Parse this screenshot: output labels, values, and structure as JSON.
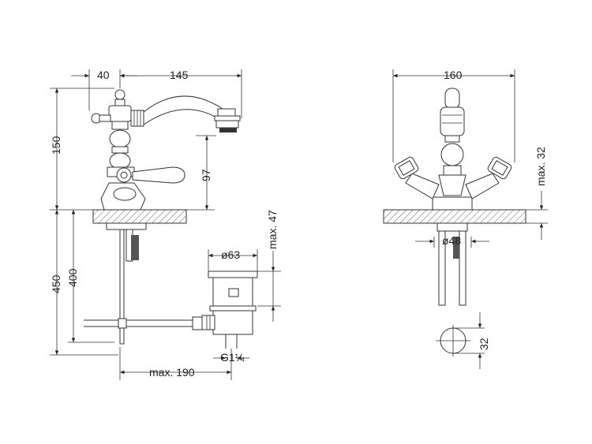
{
  "dimensions": {
    "dim_40": "40",
    "dim_145": "145",
    "dim_150": "150",
    "dim_97": "97",
    "dim_450": "450",
    "dim_400": "400",
    "dim_max190": "max. 190",
    "dim_max47": "max. 47",
    "dim_dia63": "ø63",
    "dim_g114": "G1¼",
    "dim_160": "160",
    "dim_max32": "max. 32",
    "dim_dia48": "ø48",
    "dim_32": "32"
  }
}
